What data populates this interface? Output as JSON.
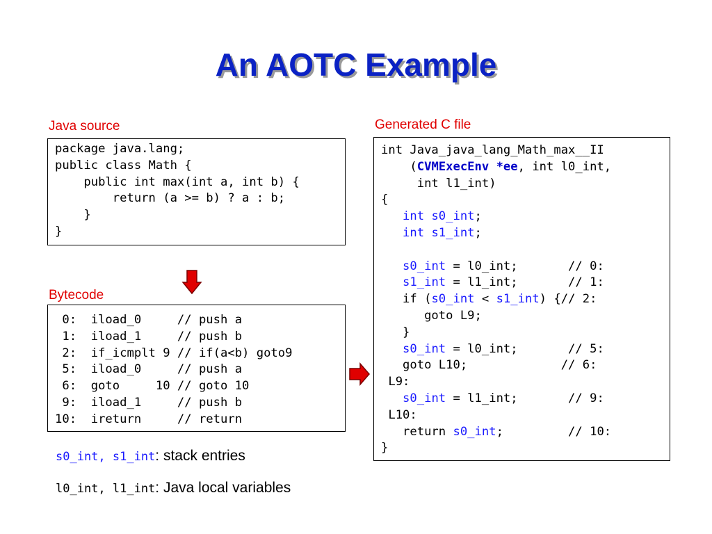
{
  "title": "An AOTC Example",
  "labels": {
    "java_source": "Java source",
    "bytecode": "Bytecode",
    "generated_c": "Generated C file"
  },
  "java_source": {
    "lines": [
      "package java.lang;",
      "public class Math {",
      "    public int max(int a, int b) {",
      "        return (a >= b) ? a : b;",
      "    }",
      "}"
    ]
  },
  "bytecode": {
    "lines": [
      " 0:  iload_0     // push a",
      " 1:  iload_1     // push b",
      " 2:  if_icmplt 9 // if(a<b) goto9",
      " 5:  iload_0     // push a",
      " 6:  goto     10 // goto 10",
      " 9:  iload_1     // push b",
      "10:  ireturn     // return"
    ]
  },
  "c_file": {
    "l1": "int Java_java_lang_Math_max__II",
    "l2_pre": "    (",
    "l2_env": "CVMExecEnv *ee",
    "l2_post": ", int l0_int,",
    "l3": "     int l1_int)",
    "l4": "{",
    "l5_ind": "   ",
    "l5_decl": "int s0_int",
    "l5_semi": ";",
    "l6_ind": "   ",
    "l6_decl": "int s1_int",
    "l6_semi": ";",
    "l7": "",
    "l8_ind": "   ",
    "l8_var": "s0_int",
    "l8_rest": " = l0_int;       // 0:",
    "l9_ind": "   ",
    "l9_var": "s1_int",
    "l9_rest": " = l1_int;       // 1:",
    "l10_pre": "   if (",
    "l10_a": "s0_int",
    "l10_mid": " < ",
    "l10_b": "s1_int",
    "l10_post": ") {// 2:",
    "l11": "      goto L9;",
    "l12": "   }",
    "l13_ind": "   ",
    "l13_var": "s0_int",
    "l13_rest": " = l0_int;       // 5:",
    "l14": "   goto L10;             // 6:",
    "l15": " L9:",
    "l16_ind": "   ",
    "l16_var": "s0_int",
    "l16_rest": " = l1_int;       // 9:",
    "l17": " L10:",
    "l18_pre": "   return ",
    "l18_var": "s0_int",
    "l18_rest": ";         // 10:",
    "l19": "}"
  },
  "notes": {
    "n1_code": "s0_int, s1_int",
    "n1_text": ": stack entries",
    "n2_code": "l0_int, l1_int",
    "n2_text": ": Java local variables"
  },
  "colors": {
    "title": "#0b22c4",
    "label": "#e00000",
    "highlight": "#1a1aff",
    "arrow": "#e00000"
  }
}
